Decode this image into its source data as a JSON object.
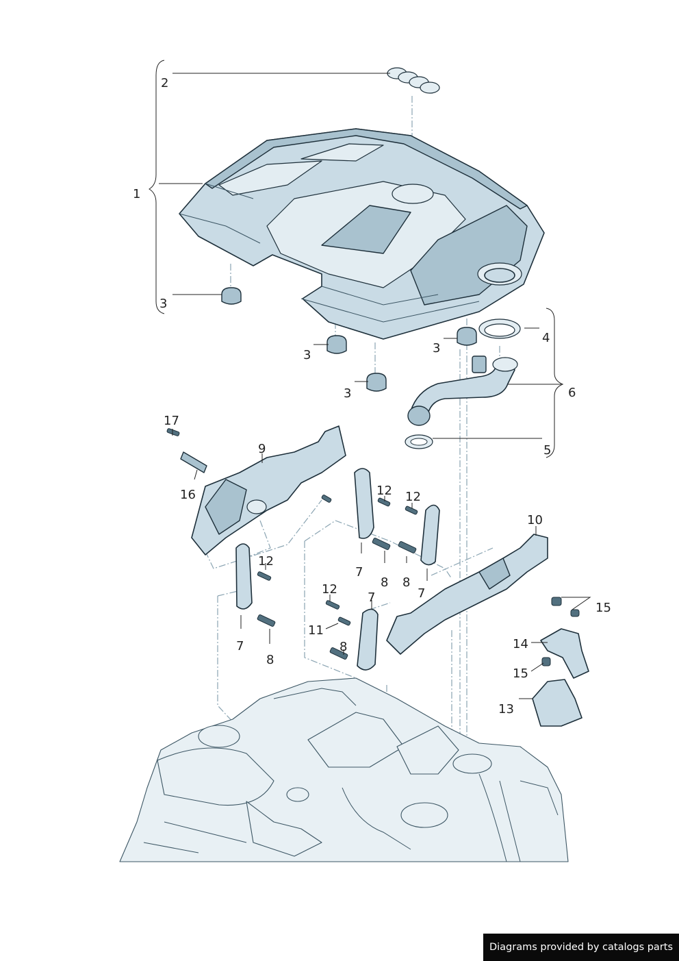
{
  "callouts": {
    "c1": "1",
    "c2": "2",
    "c3a": "3",
    "c3b": "3",
    "c3c": "3",
    "c3d": "3",
    "c4": "4",
    "c5": "5",
    "c6": "6",
    "c7a": "7",
    "c7b": "7",
    "c7c": "7",
    "c7d": "7",
    "c8a": "8",
    "c8b": "8",
    "c8c": "8",
    "c8d": "8",
    "c9": "9",
    "c10": "10",
    "c11": "11",
    "c12a": "12",
    "c12b": "12",
    "c12c": "12",
    "c12d": "12",
    "c13": "13",
    "c14": "14",
    "c15a": "15",
    "c15b": "15",
    "c16": "16",
    "c17": "17"
  },
  "credit": "Diagrams provided by catalogs parts",
  "colors": {
    "part_fill": "#c9dbe5",
    "outline": "#1d2f3a",
    "credit_bg": "#0a0a0a"
  }
}
